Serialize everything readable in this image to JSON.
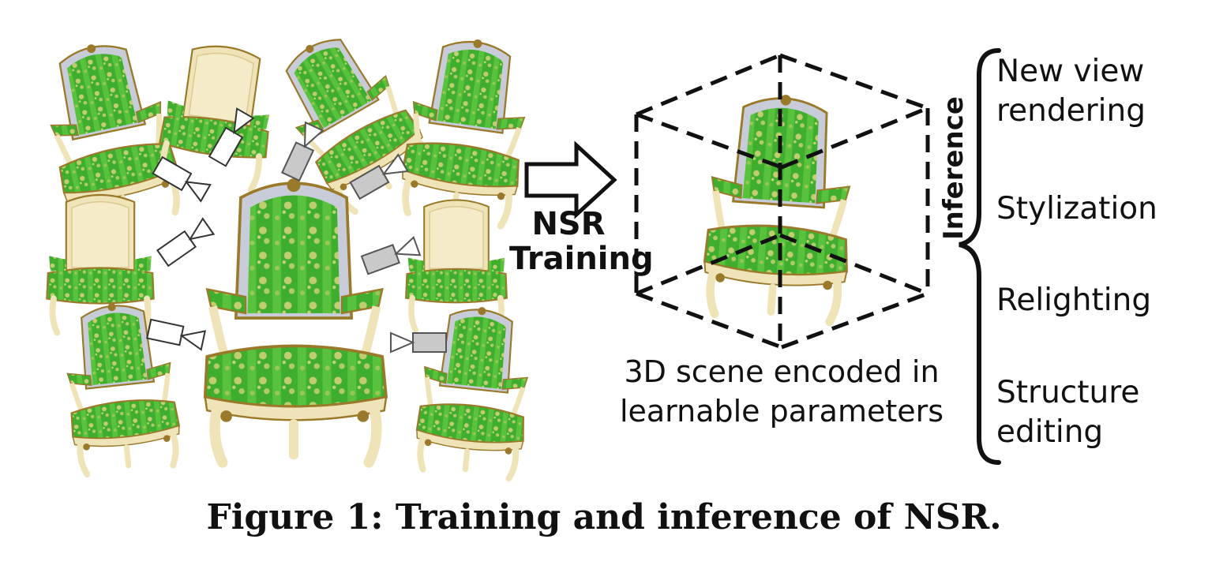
{
  "training_label": [
    "NSR",
    "Training"
  ],
  "scene_caption": [
    "3D scene encoded in",
    "learnable parameters"
  ],
  "inference_title": "Inference",
  "inference_items": [
    [
      "New view",
      "rendering"
    ],
    [
      "Stylization"
    ],
    [
      "Relighting"
    ],
    [
      "Structure",
      "editing"
    ]
  ],
  "caption": "Figure 1: Training and inference of NSR.",
  "colors": {
    "fabric_green": "#3fae2e",
    "fabric_pattern": "#d8d27a",
    "wood_cream": "#efe3b8",
    "gilt": "#9a7a2a",
    "frame_silver": "#c8ccd8",
    "camera_gray": "#c9c9c9"
  }
}
